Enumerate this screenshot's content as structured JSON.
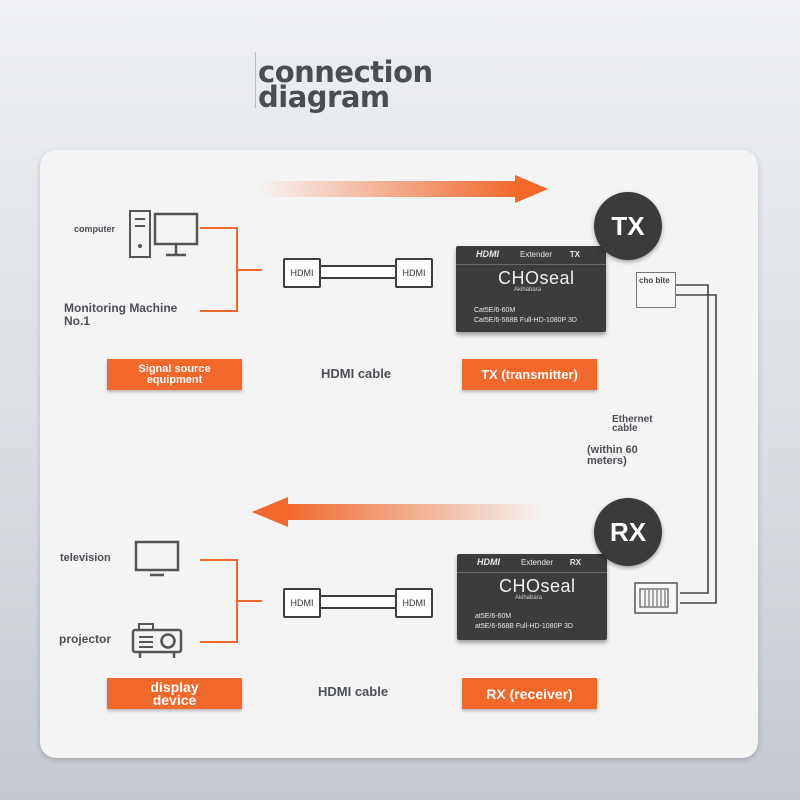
{
  "title": {
    "line1": "connection",
    "line2": "diagram"
  },
  "source": {
    "computer_label": "computer",
    "monitor_label": "Monitoring Machine No.1",
    "tag": "Signal source equipment"
  },
  "display": {
    "tv_label": "television",
    "projector_label": "projector",
    "tag": "display device"
  },
  "cable_top": {
    "label": "HDMI cable",
    "plug_left": "HDMI",
    "plug_right": "HDMI"
  },
  "cable_bottom": {
    "label": "HDMI cable",
    "plug_left": "HDMI",
    "plug_right": "HDMI"
  },
  "tx": {
    "bubble": "TX",
    "hdmi": "HDMI",
    "extender": "Extender",
    "mode": "TX",
    "brand": "CHOseal",
    "sub": "Akihabara",
    "spec1": "Cat5E/6-60M",
    "spec2": "Cat5E/6-568B Full-HD-1080P 3D",
    "tag": "TX (transmitter)"
  },
  "rx": {
    "bubble": "RX",
    "hdmi": "HDMI",
    "extender": "Extender",
    "mode": "RX",
    "brand": "CHOseal",
    "sub": "Akihabara",
    "spec1": "at5E/6-60M",
    "spec2": "at5E/6-568B Full-HD-1080P 3D",
    "tag": "RX (receiver)"
  },
  "ethernet": {
    "connector_text": "cho bite",
    "label": "Ethernet cable",
    "distance": "(within 60 meters)"
  },
  "colors": {
    "accent": "#f2672a",
    "device": "#3c3c3e",
    "text": "#4b4f55"
  },
  "icons": [
    "computer-icon",
    "television-icon",
    "projector-icon",
    "arrow-right-icon",
    "arrow-left-icon"
  ]
}
